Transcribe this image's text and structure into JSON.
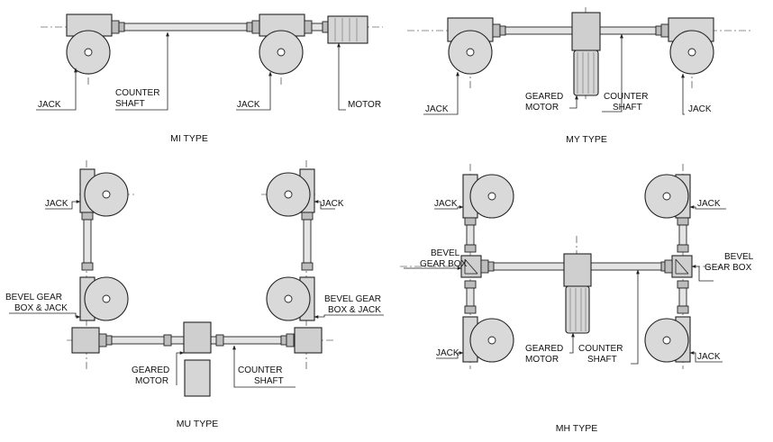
{
  "diagrams": [
    {
      "caption": "MI TYPE",
      "labels": {
        "jack_left": "JACK",
        "counter_shaft_1": "COUNTER",
        "counter_shaft_2": "SHAFT",
        "jack_right": "JACK",
        "motor": "MOTOR"
      }
    },
    {
      "caption": "MY TYPE",
      "labels": {
        "jack_left": "JACK",
        "geared_motor_1": "GEARED",
        "geared_motor_2": "MOTOR",
        "counter_shaft_1": "COUNTER",
        "counter_shaft_2": "SHAFT",
        "jack_right": "JACK"
      }
    },
    {
      "caption": "MU TYPE",
      "labels": {
        "jack_left": "JACK",
        "jack_right": "JACK",
        "bevel_left_1": "BEVEL GEAR",
        "bevel_left_2": "BOX & JACK",
        "bevel_right_1": "BEVEL GEAR",
        "bevel_right_2": "BOX & JACK",
        "geared_motor_1": "GEARED",
        "geared_motor_2": "MOTOR",
        "counter_shaft_1": "COUNTER",
        "counter_shaft_2": "SHAFT"
      }
    },
    {
      "caption": "MH TYPE",
      "labels": {
        "jack_top_left": "JACK",
        "jack_top_right": "JACK",
        "bevel_left_1": "BEVEL",
        "bevel_left_2": "GEAR BOX",
        "bevel_right_1": "BEVEL",
        "bevel_right_2": "GEAR BOX",
        "jack_bottom_left": "JACK",
        "geared_motor_1": "GEARED",
        "geared_motor_2": "MOTOR",
        "counter_shaft_1": "COUNTER",
        "counter_shaft_2": "SHAFT",
        "jack_bottom_right": "JACK"
      }
    }
  ]
}
